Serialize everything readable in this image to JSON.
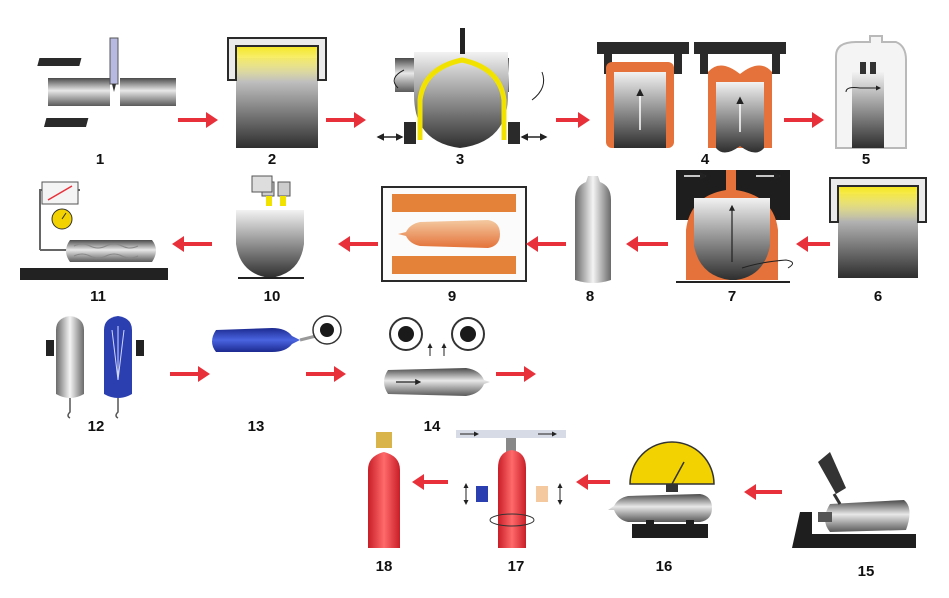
{
  "steps": [
    {
      "n": "1"
    },
    {
      "n": "2"
    },
    {
      "n": "3"
    },
    {
      "n": "4"
    },
    {
      "n": "5"
    },
    {
      "n": "6"
    },
    {
      "n": "7"
    },
    {
      "n": "8"
    },
    {
      "n": "9"
    },
    {
      "n": "10"
    },
    {
      "n": "11"
    },
    {
      "n": "12"
    },
    {
      "n": "13"
    },
    {
      "n": "14"
    },
    {
      "n": "15"
    },
    {
      "n": "16"
    },
    {
      "n": "17"
    },
    {
      "n": "18"
    }
  ],
  "colors": {
    "arrow": "#e8303a",
    "steel_dark": "#3a3a3a",
    "steel_light": "#e6e6e6",
    "heat_yellow": "#f2e200",
    "heat_orange": "#e8823a",
    "water_blue": "#2c3fb0",
    "cylinder_red": "#e8303a",
    "brass": "#d9b44a"
  }
}
